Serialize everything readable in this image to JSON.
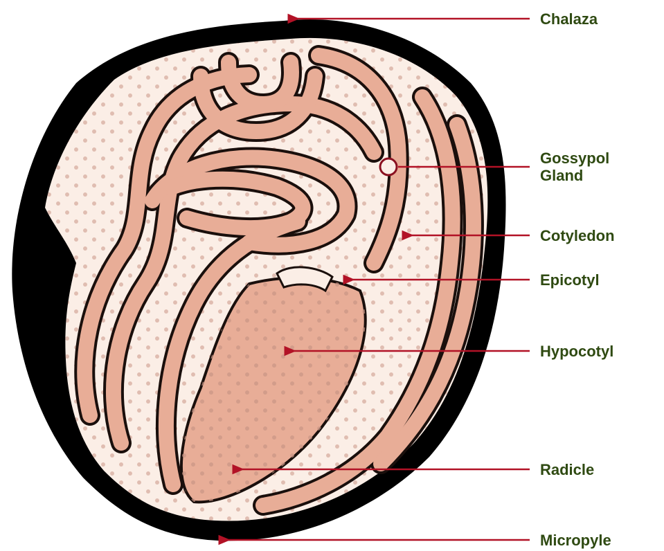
{
  "colors": {
    "seed_coat": "#000000",
    "endosperm": "#fbeee6",
    "tissue": "#e8ad97",
    "tissue_outline": "#1a0f0c",
    "dots": "#c99585",
    "arrow": "#b21226",
    "label_text": "#2f4a12"
  },
  "labels": {
    "chalaza": "Chalaza",
    "gossypol_1": "Gossypol",
    "gossypol_2": "Gland",
    "cotyledon": "Cotyledon",
    "epicotyl": "Epicotyl",
    "hypocotyl": "Hypocotyl",
    "radicle": "Radicle",
    "micropyle": "Micropyle"
  }
}
